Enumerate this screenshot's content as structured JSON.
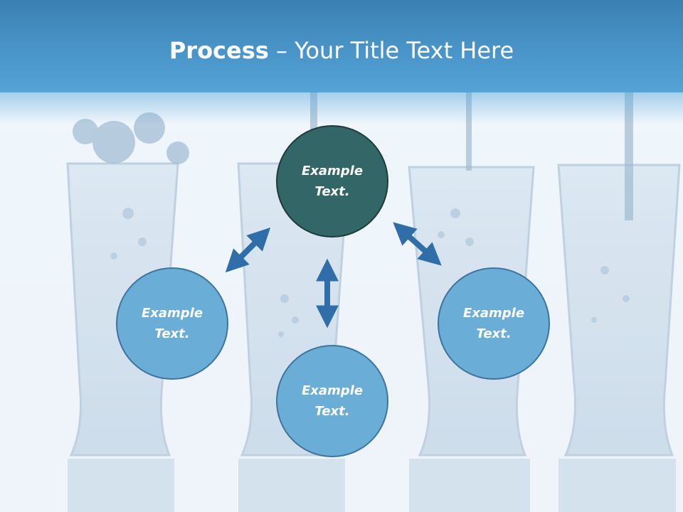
{
  "title": {
    "bold": "Process",
    "separator": " – ",
    "rest": "Your Title Text Here"
  },
  "circles": {
    "top": "Example Text.",
    "left": "Example Text.",
    "right": "Example Text.",
    "bottom": "Example Text."
  },
  "colors": {
    "header": "#4a96cb",
    "center_circle": "#336666",
    "outer_circle": "#6aaed8",
    "arrow": "#2f6ea8"
  },
  "background": "water glasses photo"
}
